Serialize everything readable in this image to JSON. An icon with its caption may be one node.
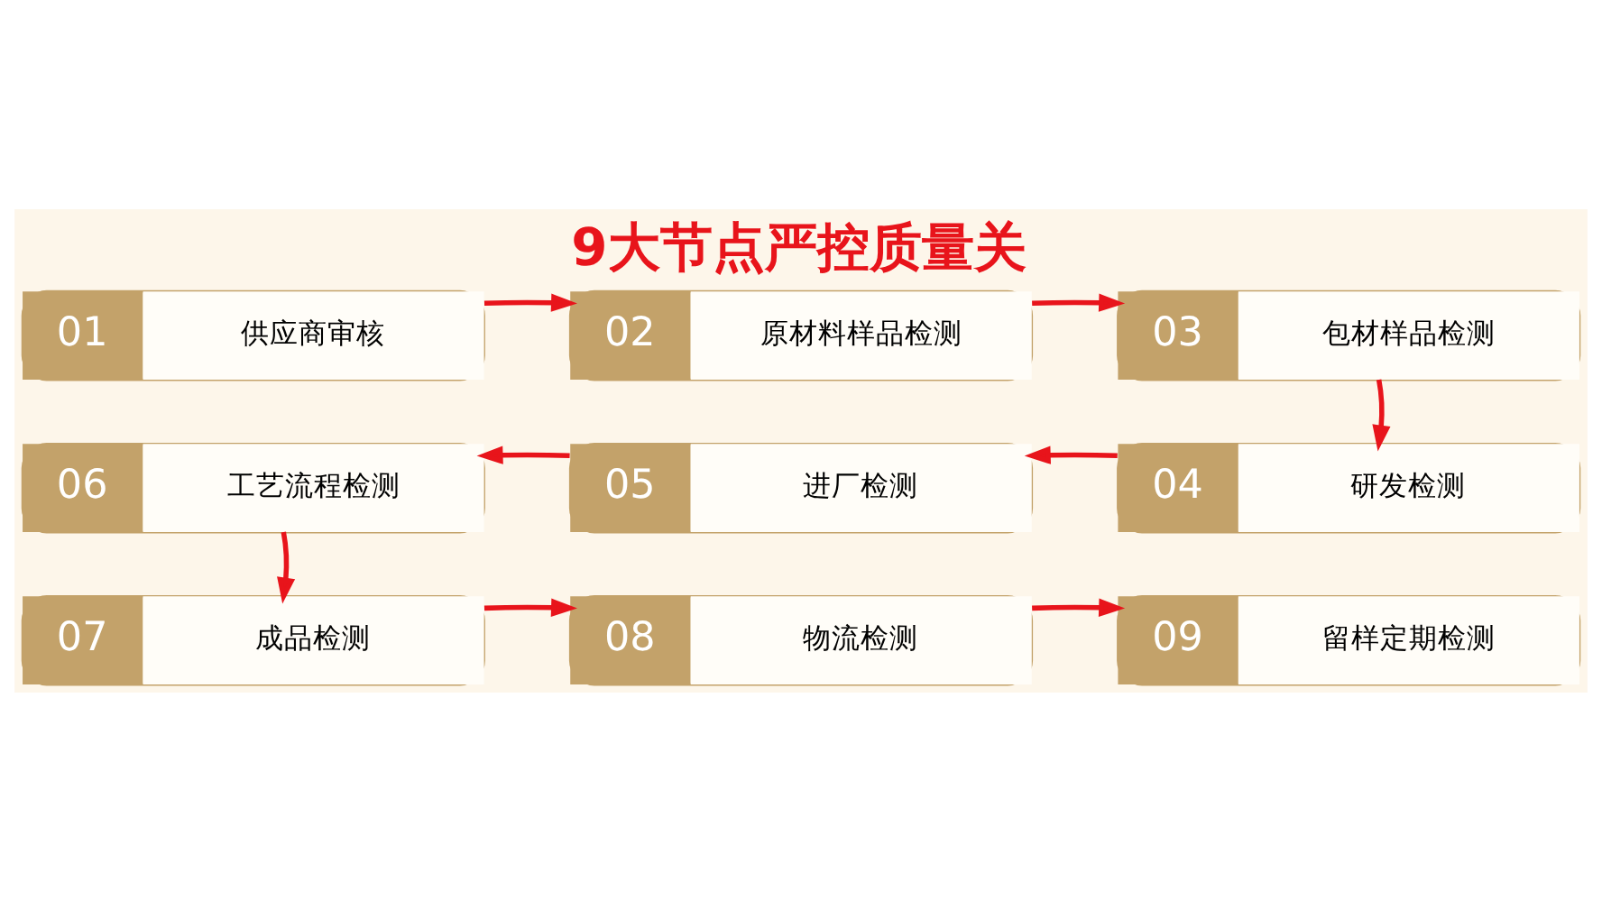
{
  "diagram": {
    "title": "9大节点严控质量关",
    "nodes": [
      {
        "text": [
          "01",
          "供应商审核"
        ]
      },
      {
        "text": [
          "02",
          "原材料样品检测"
        ]
      },
      {
        "text": [
          "03",
          "包材样品检测"
        ]
      },
      {
        "text": [
          "04",
          "研发检测"
        ]
      },
      {
        "text": [
          "05",
          "进厂检测"
        ]
      },
      {
        "text": [
          "06",
          "工艺流程检测"
        ]
      },
      {
        "text": [
          "07",
          "成品检测"
        ]
      },
      {
        "text": [
          "08",
          "物流检测"
        ]
      },
      {
        "text": [
          "09",
          "留样定期检测"
        ]
      }
    ],
    "edges": [
      {
        "from": 0,
        "to": 1,
        "arrow": "to"
      },
      {
        "from": 1,
        "to": 2,
        "arrow": "to"
      },
      {
        "from": 2,
        "to": 3,
        "arrow": "to"
      },
      {
        "from": 3,
        "to": 4,
        "arrow": "to"
      },
      {
        "from": 4,
        "to": 5,
        "arrow": "to"
      },
      {
        "from": 5,
        "to": 6,
        "arrow": "to"
      },
      {
        "from": 6,
        "to": 7,
        "arrow": "to"
      },
      {
        "from": 7,
        "to": 8,
        "arrow": "to"
      }
    ]
  }
}
